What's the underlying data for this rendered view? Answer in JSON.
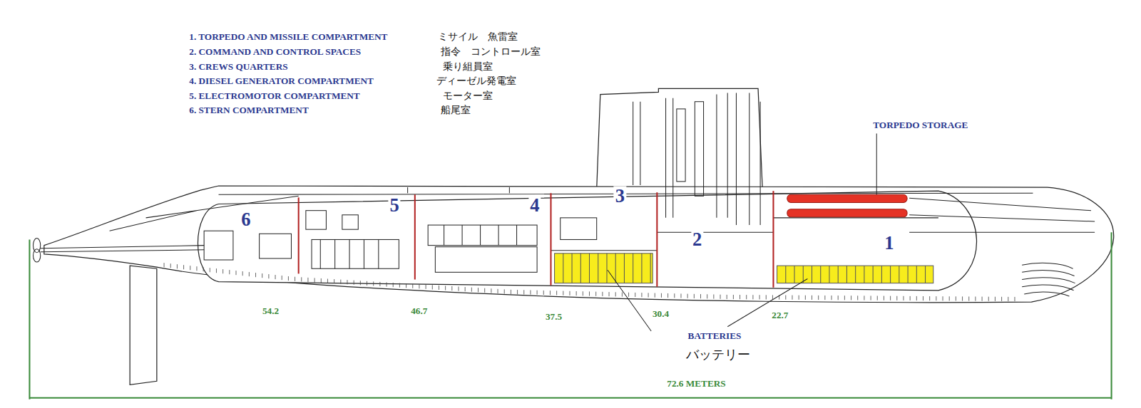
{
  "diagram": {
    "labels": [
      "1. TORPEDO AND MISSILE COMPARTMENT",
      "ミサイル　魚雷室",
      "2. COMMAND AND CONTROL SPACES",
      "指令　コントロール室",
      "3. CREWS QUARTERS",
      "乗り組員室",
      "4. DIESEL GENERATOR COMPARTMENT",
      "ディーゼル発電室",
      "5. ELECTROMOTOR COMPARTMENT",
      "モーター室",
      "6. STERN COMPARTMENT",
      "船尾室",
      "TORPEDO STORAGE",
      "6",
      "5",
      "4",
      "3",
      "2",
      "1",
      "54.2",
      "46.7",
      "37.5",
      "30.4",
      "22.7",
      "BATTERIES",
      "バッテリー",
      "72.6 METERS"
    ]
  }
}
